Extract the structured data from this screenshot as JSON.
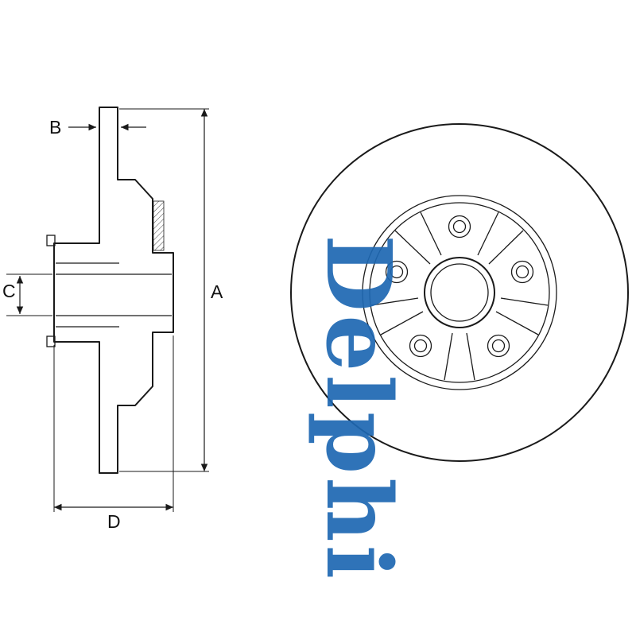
{
  "watermark": {
    "text": "Delphi",
    "color": "#1e68b2"
  },
  "dimension_labels": {
    "a": "A",
    "b": "B",
    "c": "C",
    "d": "D"
  },
  "colors": {
    "line": "#1a1a1a",
    "background": "#ffffff"
  }
}
